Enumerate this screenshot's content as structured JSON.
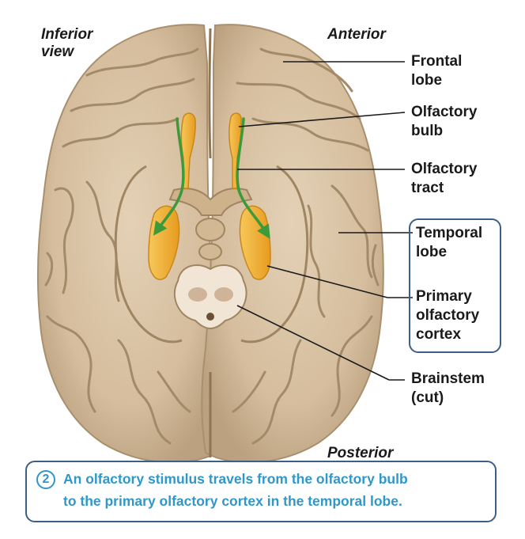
{
  "orientation": {
    "view_line1": "Inferior",
    "view_line2": "view",
    "anterior": "Anterior",
    "posterior": "Posterior"
  },
  "labels": {
    "frontal_lobe": [
      "Frontal",
      "lobe"
    ],
    "olfactory_bulb": [
      "Olfactory",
      "bulb"
    ],
    "olfactory_tract": [
      "Olfactory",
      "tract"
    ],
    "temporal_lobe": [
      "Temporal",
      "lobe"
    ],
    "primary_olfactory_cortex": [
      "Primary",
      "olfactory",
      "cortex"
    ],
    "brainstem": [
      "Brainstem",
      "(cut)"
    ]
  },
  "caption": {
    "step_number": "2",
    "line1": "An olfactory stimulus travels from the olfactory bulb",
    "line2": "to the primary olfactory cortex in the temporal lobe."
  },
  "colors": {
    "brain": "#d7c0a2",
    "brain_shadow": "#a8906f",
    "olfactory": "#f2b13a",
    "arrow": "#3c9a3a",
    "accent_box": "#3d5f86",
    "caption_text": "#2f97c9"
  }
}
